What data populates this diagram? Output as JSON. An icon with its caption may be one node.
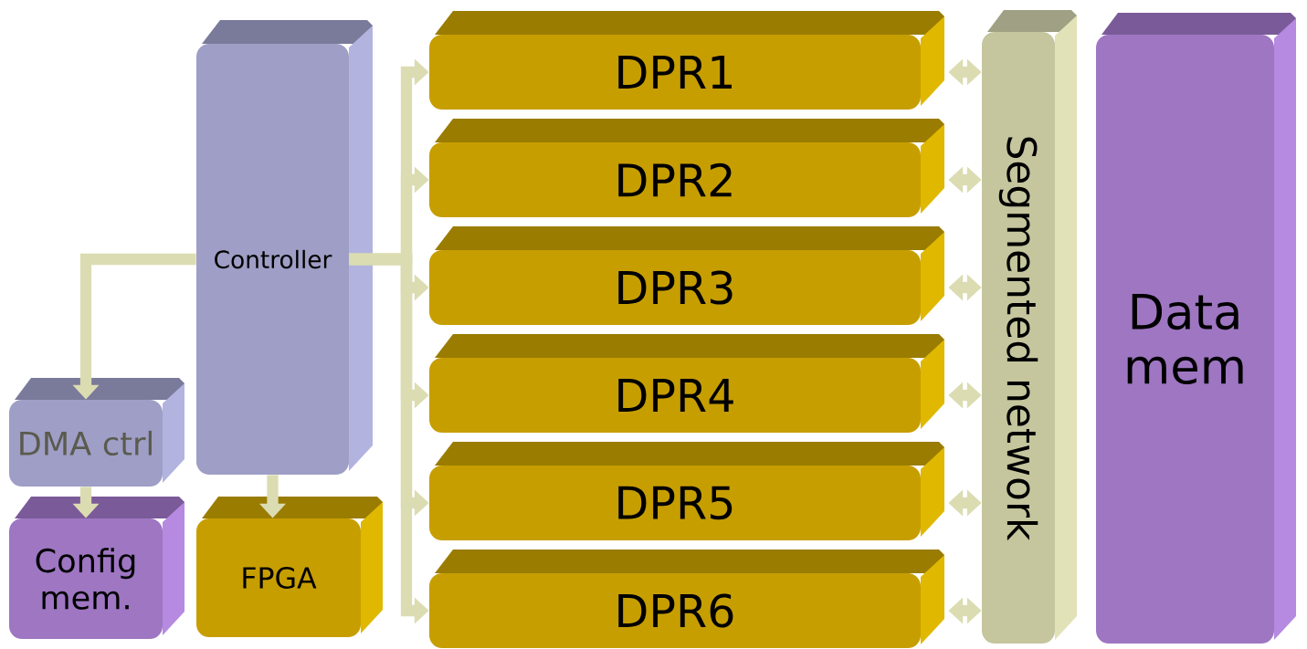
{
  "diagram": {
    "nodes": [
      {
        "text": [
          "Controller"
        ]
      },
      {
        "text": [
          "DMA ctrl"
        ]
      },
      {
        "text": [
          "Config mem."
        ]
      },
      {
        "text": [
          "FPGA"
        ]
      },
      {
        "text": [
          "DPR1"
        ]
      },
      {
        "text": [
          "DPR2"
        ]
      },
      {
        "text": [
          "DPR3"
        ]
      },
      {
        "text": [
          "DPR4"
        ]
      },
      {
        "text": [
          "DPR5"
        ]
      },
      {
        "text": [
          "DPR6"
        ]
      },
      {
        "text": [
          "Segmented network"
        ]
      },
      {
        "text": [
          "Data mem"
        ]
      }
    ],
    "edges": [
      {
        "from": 0,
        "to": 1,
        "arrow": "to"
      },
      {
        "from": 1,
        "to": 2,
        "arrow": "to"
      },
      {
        "from": 0,
        "to": 3,
        "arrow": "to"
      },
      {
        "from": 0,
        "to": 4,
        "arrow": "to"
      },
      {
        "from": 0,
        "to": 5,
        "arrow": "to"
      },
      {
        "from": 0,
        "to": 6,
        "arrow": "to"
      },
      {
        "from": 0,
        "to": 7,
        "arrow": "to"
      },
      {
        "from": 0,
        "to": 8,
        "arrow": "to"
      },
      {
        "from": 0,
        "to": 9,
        "arrow": "to"
      },
      {
        "from": 10,
        "to": 4,
        "arrow": "both"
      },
      {
        "from": 10,
        "to": 5,
        "arrow": "both"
      },
      {
        "from": 10,
        "to": 6,
        "arrow": "both"
      },
      {
        "from": 10,
        "to": 7,
        "arrow": "both"
      },
      {
        "from": 10,
        "to": 8,
        "arrow": "both"
      },
      {
        "from": 10,
        "to": 9,
        "arrow": "both"
      }
    ]
  }
}
